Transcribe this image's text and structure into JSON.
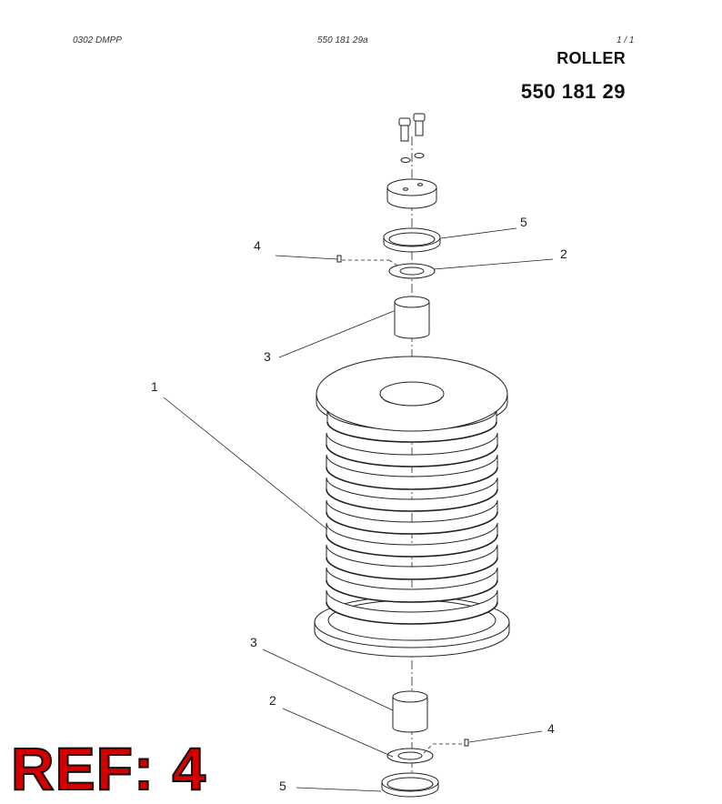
{
  "header": {
    "code_left": "0302 DMPP",
    "code_mid": "550 181 29a",
    "page": "1 /   1"
  },
  "title": "ROLLER",
  "part_number": "550 181 29",
  "callouts": {
    "c1": "1",
    "c2_top": "2",
    "c2_bottom": "2",
    "c3_top": "3",
    "c3_bottom": "3",
    "c4_top": "4",
    "c4_bottom": "4",
    "c5_top": "5",
    "c5_bottom": "5"
  },
  "ref_label": "REF: 4"
}
